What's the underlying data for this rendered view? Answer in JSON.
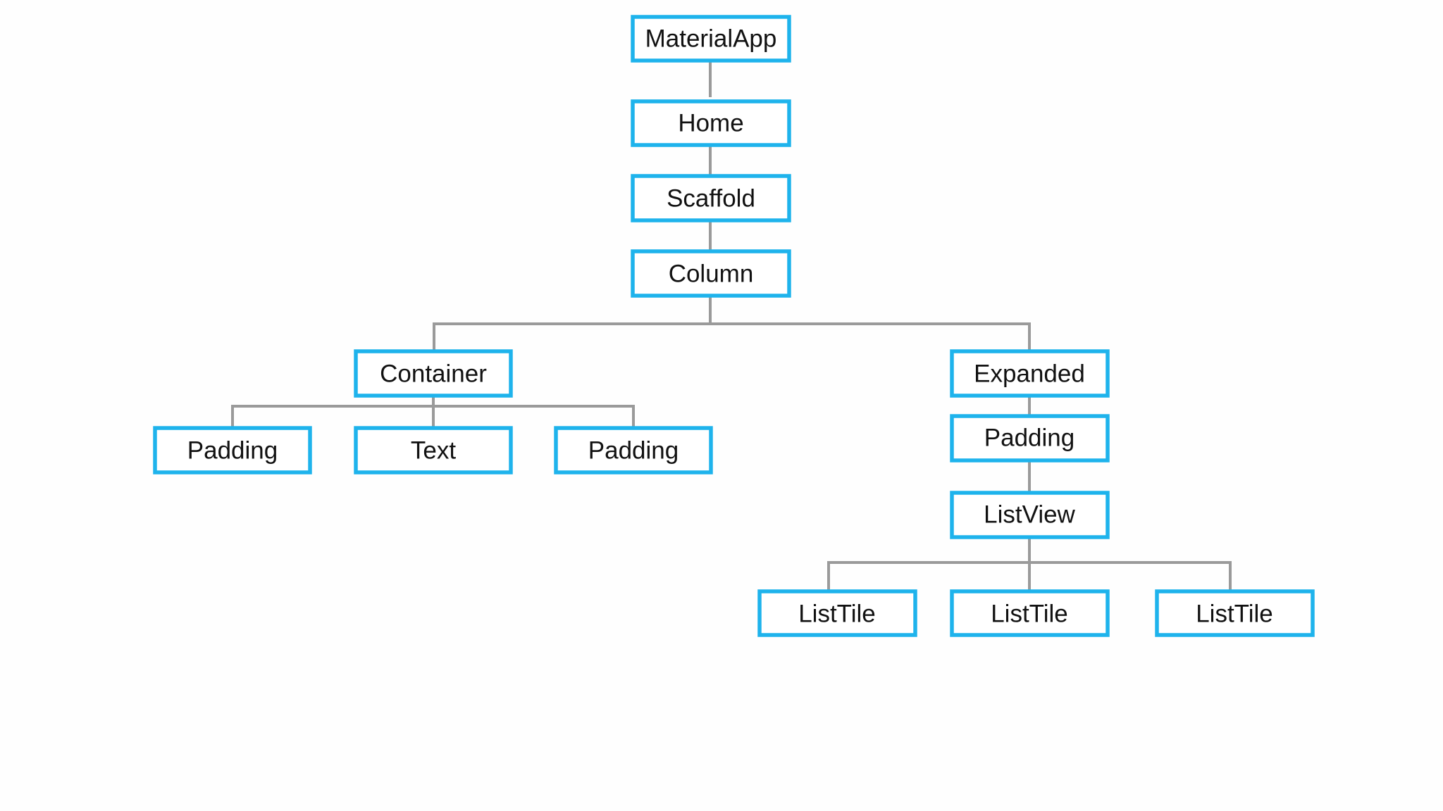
{
  "colors": {
    "background": "#fefefe",
    "node_border": "#1eb3ec",
    "connector": "#9a9a9a",
    "text": "#111111"
  },
  "nodes": {
    "material_app": "MaterialApp",
    "home": "Home",
    "scaffold": "Scaffold",
    "column": "Column",
    "container": "Container",
    "padding_left": "Padding",
    "text": "Text",
    "padding_right": "Padding",
    "expanded": "Expanded",
    "padding_expanded": "Padding",
    "list_view": "ListView",
    "list_tile_1": "ListTile",
    "list_tile_2": "ListTile",
    "list_tile_3": "ListTile"
  }
}
